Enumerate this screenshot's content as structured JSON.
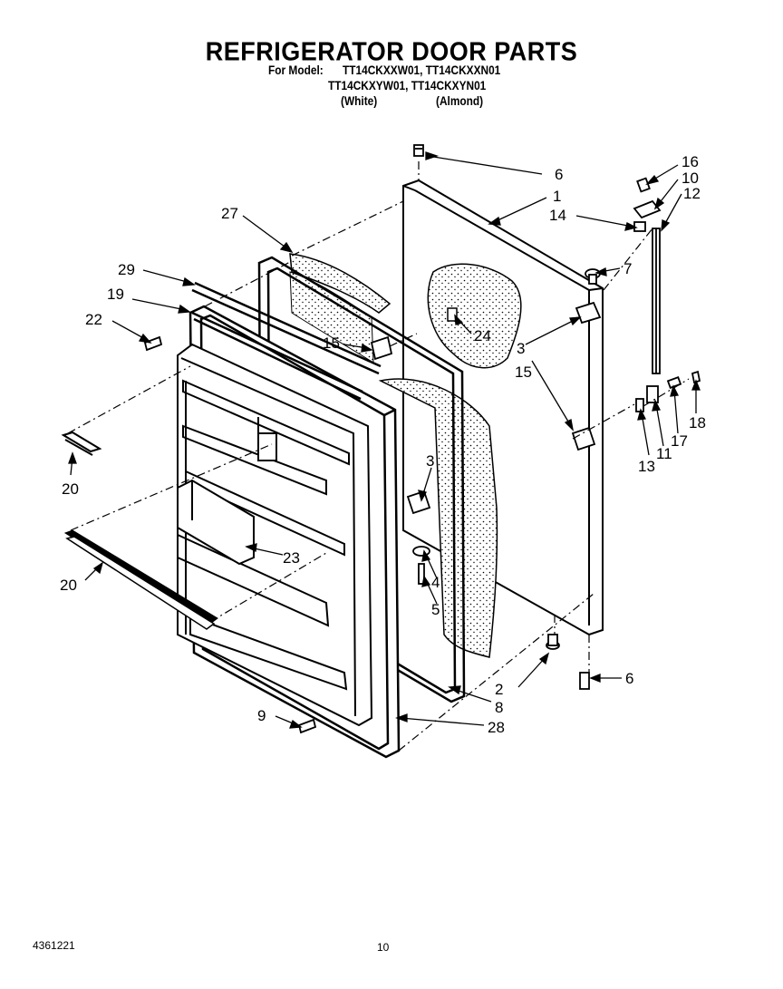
{
  "title": "REFRIGERATOR DOOR PARTS",
  "model_prefix": "For Model:",
  "models_line1": "TT14CKXXW01, TT14CKXXN01",
  "models_line2": "TT14CKXYW01, TT14CKXYN01",
  "color_white": "(White)",
  "color_almond": "(Almond)",
  "doc_number": "4361221",
  "page_number": "10",
  "callouts": {
    "c1": "1",
    "c2": "2",
    "c3a": "3",
    "c3b": "3",
    "c4": "4",
    "c5": "5",
    "c6a": "6",
    "c6b": "6",
    "c7": "7",
    "c8": "8",
    "c9": "9",
    "c10": "10",
    "c11": "11",
    "c12": "12",
    "c13": "13",
    "c14": "14",
    "c15a": "15",
    "c15b": "15",
    "c16": "16",
    "c17": "17",
    "c18": "18",
    "c19": "19",
    "c20a": "20",
    "c20b": "20",
    "c22": "22",
    "c23": "23",
    "c24": "24",
    "c27": "27",
    "c28": "28",
    "c29": "29"
  }
}
